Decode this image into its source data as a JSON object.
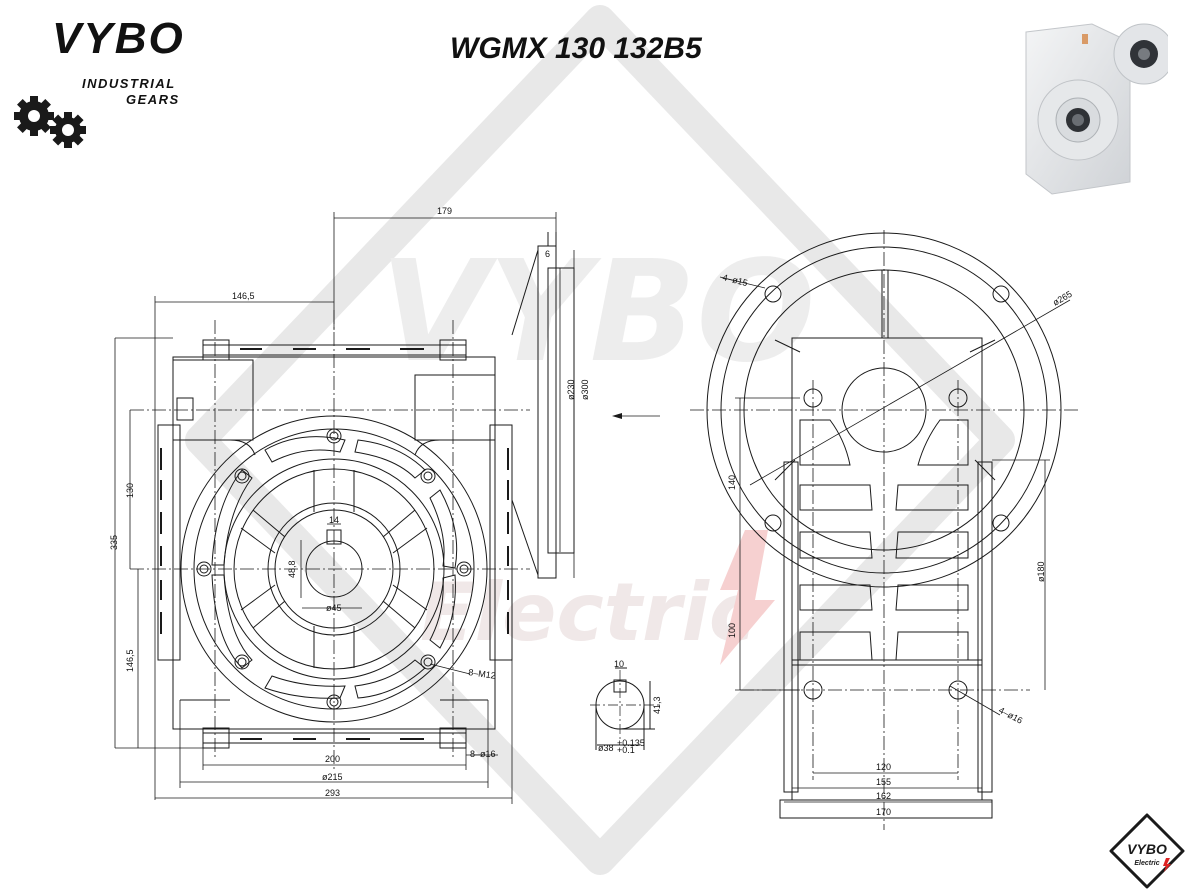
{
  "title": "WGMX 130 132B5",
  "logo": {
    "brand": "VYBO",
    "line1": "INDUSTRIAL",
    "line2": "GEARS"
  },
  "badge": {
    "brand": "VYBO",
    "sub": "Electric"
  },
  "watermark": {
    "text": "Electric"
  },
  "dimensions": {
    "d179": "179",
    "d6": "6",
    "d146_5_top": "146,5",
    "d230": "ø230",
    "d300": "ø300",
    "d130": "130",
    "d335": "335",
    "d146_5_side": "146,5",
    "d14": "14",
    "d48_8": "48,8",
    "d45": "ø45",
    "d8m12": "8–M12",
    "d8d16": "8–ø16",
    "d200": "200",
    "d215": "ø215",
    "d293": "293",
    "d10": "10",
    "d41_3": "41,3",
    "d38": "ø38",
    "tol_plus": "+0.135",
    "tol_minus": "+0.1",
    "d4d15": "4–ø15",
    "d265": "ø265",
    "d140": "140",
    "d180": "ø180",
    "d100": "100",
    "d4d16": "4–ø16",
    "d120": "120",
    "d155": "155",
    "d162": "162",
    "d170": "170"
  },
  "colors": {
    "line": "#1a1a1a",
    "watermark_gray": "#e2e2e2",
    "watermark_red": "#f3d0d0",
    "housing_photo": "#e9eaec"
  }
}
